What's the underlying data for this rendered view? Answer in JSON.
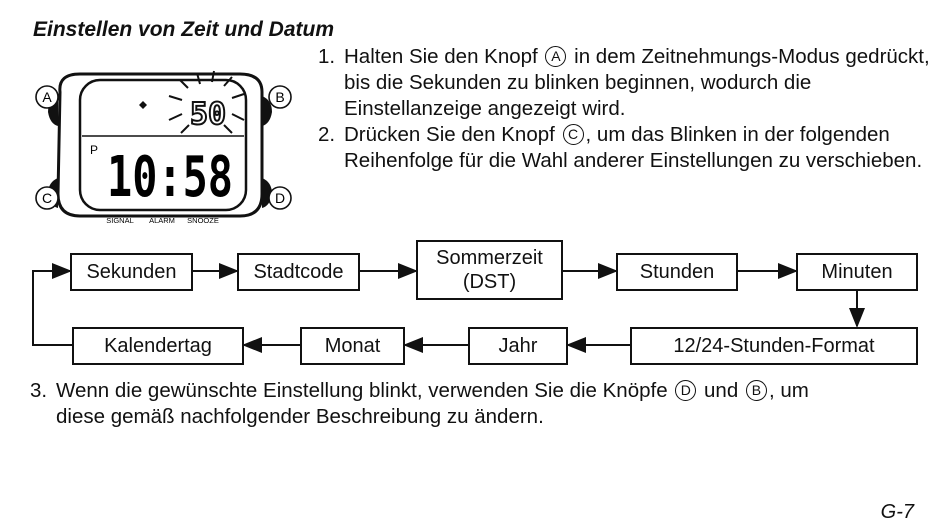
{
  "title": "Einstellen von Zeit und Datum",
  "watch": {
    "button_a": "A",
    "button_b": "B",
    "button_c": "C",
    "button_d": "D",
    "seconds": "50",
    "time": "10:58",
    "pm_indicator": "P",
    "bottom_labels": [
      "SIGNAL",
      "ALARM",
      "SNOOZE"
    ]
  },
  "steps": [
    {
      "num": "1.",
      "line1_a": "Halten Sie den Knopf",
      "line1_btn": "A",
      "line1_b": "in dem Zeitnehmungs-Modus",
      "rest": "gedrückt, bis die Sekunden zu blinken beginnen, wodurch die Einstellanzeige angezeigt wird."
    },
    {
      "num": "2.",
      "line1_a": "Drücken Sie den Knopf",
      "line1_btn": "C",
      "line1_b": ", um das Blinken in der",
      "rest": "folgenden Reihenfolge für die Wahl anderer Einstellungen zu verschieben."
    }
  ],
  "flow": {
    "row1": [
      "Sekunden",
      "Stadtcode",
      "Sommerzeit\n(DST)",
      "Stunden",
      "Minuten"
    ],
    "row2": [
      "Kalendertag",
      "Monat",
      "Jahr",
      "12/24-Stunden-Format"
    ]
  },
  "step3": {
    "num": "3.",
    "text_a": "Wenn die gewünschte Einstellung blinkt, verwenden Sie die Knöpfe",
    "btn1": "D",
    "text_b": "und",
    "btn2": "B",
    "text_c": ", um",
    "line2": "diese gemäß nachfolgender Beschreibung zu ändern."
  },
  "page_number": "G-7"
}
